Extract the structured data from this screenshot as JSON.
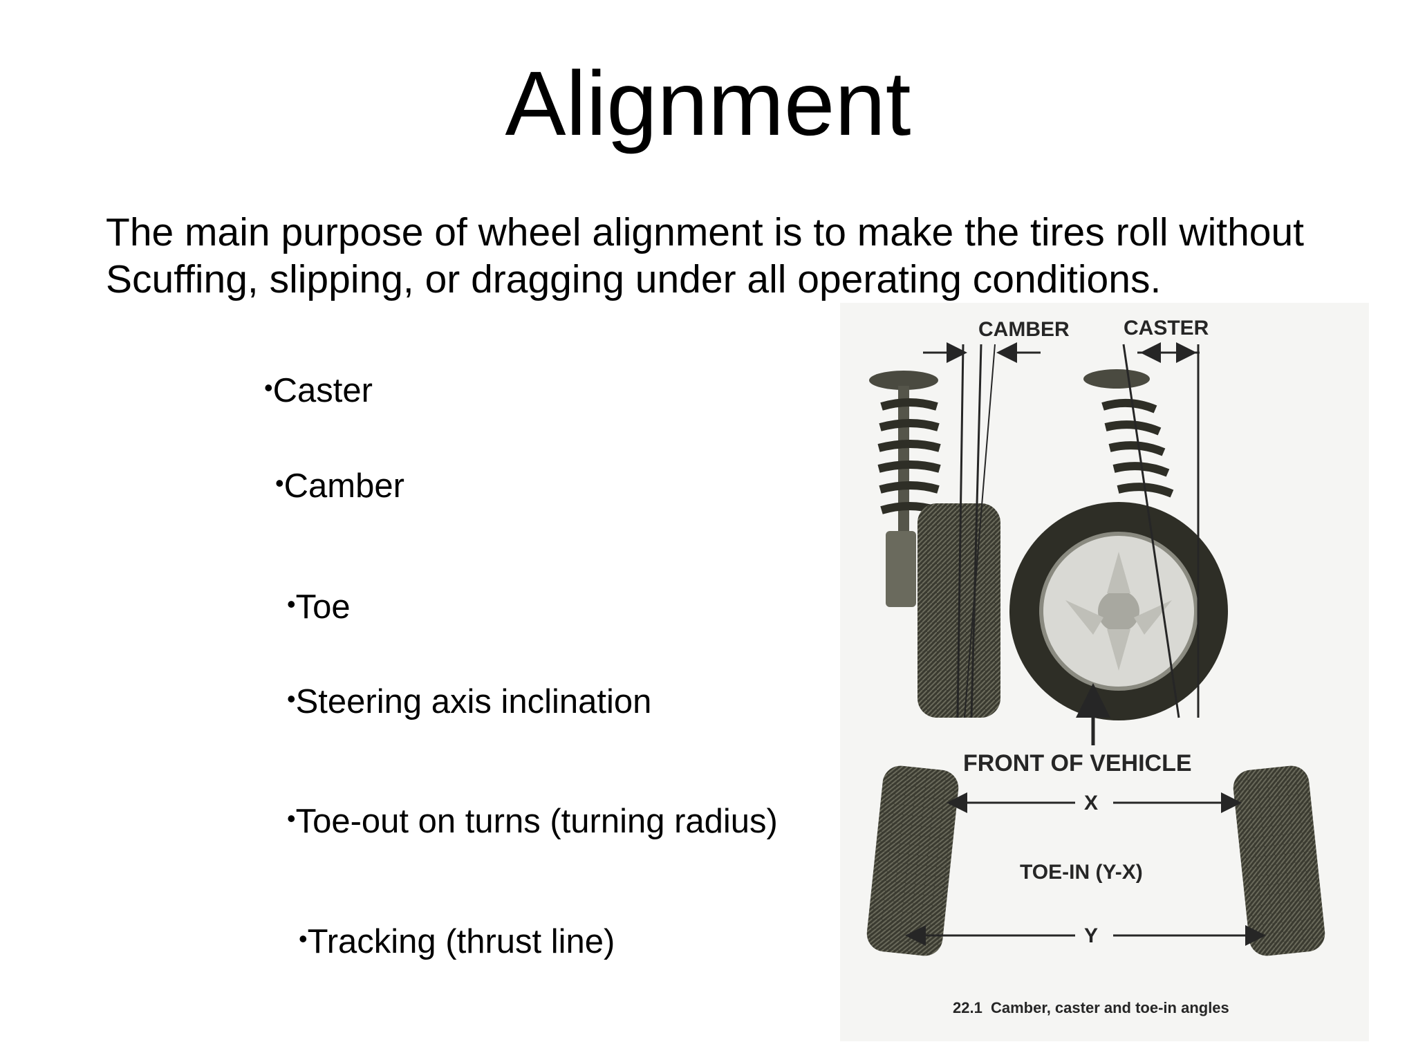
{
  "slide": {
    "title": "Alignment",
    "intro_lines": [
      "The main purpose of wheel alignment is to make the tires roll without",
      "Scuffing, slipping, or dragging under all operating conditions."
    ],
    "bullet_marker": "•",
    "bullets": [
      "Caster",
      "Camber",
      "Toe",
      "Steering axis inclination",
      "Toe-out on turns (turning radius)",
      "Tracking (thrust line)"
    ]
  },
  "figure": {
    "labels": {
      "camber": "CAMBER",
      "caster": "CASTER",
      "front": "FRONT OF VEHICLE",
      "x": "X",
      "toe_in": "TOE-IN (Y-X)",
      "y": "Y"
    },
    "caption_number": "22.1",
    "caption_text": "Camber, caster and toe-in angles"
  },
  "colors": {
    "text": "#000000",
    "figure_bg": "#f5f5f3",
    "tire": "#3a3a30",
    "rim": "#d9d9d4"
  }
}
